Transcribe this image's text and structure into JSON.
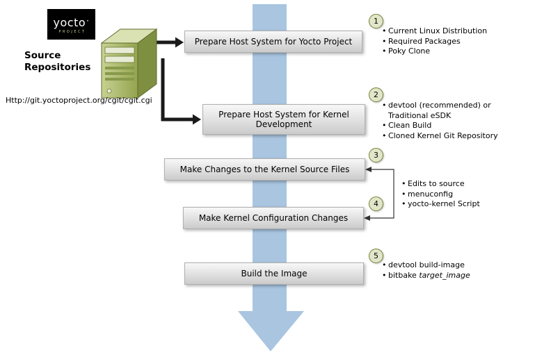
{
  "logo": {
    "brand": "yocto",
    "dot": "·",
    "sub": "PROJECT"
  },
  "source_repositories": {
    "label_line1": "Source",
    "label_line2": "Repositories",
    "url": "Http://git.yoctoproject.org/cgit/cgit.cgi"
  },
  "diagram": {
    "steps": [
      {
        "number": "1",
        "label": "Prepare Host System for Yocto Project"
      },
      {
        "number": "2",
        "label": "Prepare Host System for Kernel Development"
      },
      {
        "number": "3",
        "label": "Make Changes to the Kernel Source Files"
      },
      {
        "number": "4",
        "label": "Make Kernel Configuration Changes"
      },
      {
        "number": "5",
        "label": "Build the Image"
      }
    ]
  },
  "annotations": {
    "group1": {
      "items": [
        "Current Linux Distribution",
        "Required Packages",
        "Poky Clone"
      ]
    },
    "group2": {
      "items": [
        "devtool (recommended) or Traditional eSDK",
        "Clean Build",
        "Cloned Kernel Git Repository"
      ]
    },
    "group34": {
      "items": [
        "Edits to source",
        "menuconfig",
        "yocto-kernel Script"
      ]
    },
    "group5": {
      "item1": "devtool build-image",
      "bitbake_prefix": "bitbake ",
      "bitbake_arg": "target_image"
    }
  },
  "colors": {
    "flow_arrow_blue": "#a9c5e0",
    "box_border": "#b0b0b0",
    "circle_fill": "#e2e6c8",
    "circle_border": "#75853c",
    "server_green": "#9aab55",
    "logo_background": "#000000",
    "logo_accent": "#c9d39a"
  }
}
